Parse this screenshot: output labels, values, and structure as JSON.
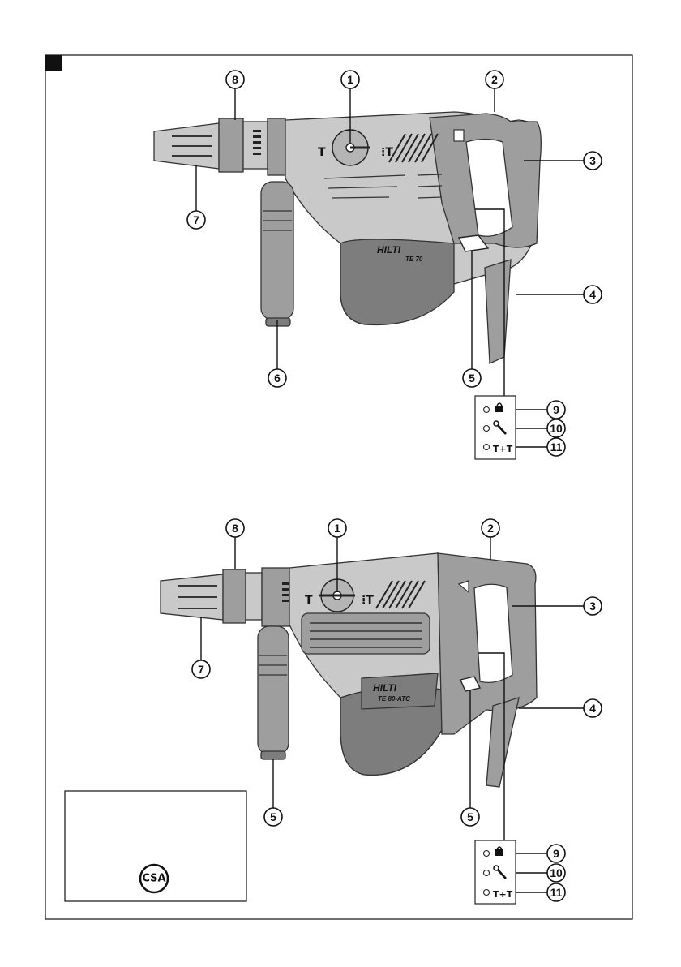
{
  "figure_tag": "",
  "colors": {
    "light_grey": "#c9c9c9",
    "mid_grey": "#9e9e9e",
    "dark_grey": "#7d7d7d",
    "ink": "#111111"
  },
  "top_drill": {
    "brand": "HILTI",
    "model": "TE 70",
    "mode_symbols": {
      "hammer": "T",
      "rotary_hammer": "⁞T"
    },
    "callouts": [
      "1",
      "2",
      "3",
      "4",
      "5",
      "6",
      "7",
      "8"
    ],
    "indicator_panel": [
      "9",
      "10",
      "11"
    ]
  },
  "bottom_drill": {
    "brand": "HILTI",
    "model": "TE 80-ATC",
    "mode_symbols": {
      "hammer": "T",
      "rotary_hammer": "⁞T"
    },
    "callouts": [
      "1",
      "2",
      "3",
      "4",
      "5",
      "5",
      "7",
      "8"
    ],
    "indicator_panel": [
      "9",
      "10",
      "11"
    ]
  },
  "indicator_icons": [
    "lock-icon",
    "wrench-icon",
    "hammer-change-icon"
  ],
  "certification_mark": "CSA"
}
